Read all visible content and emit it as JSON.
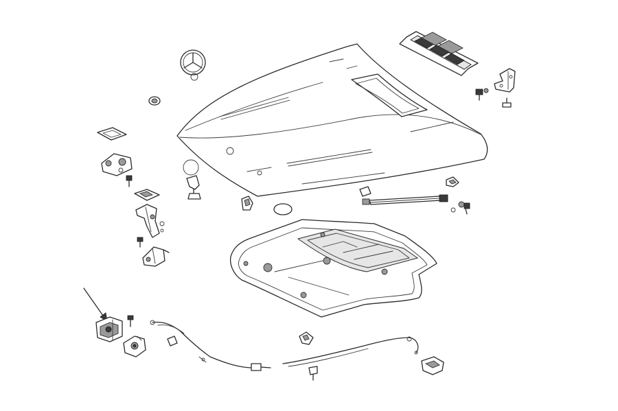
{
  "diagram": {
    "colors": {
      "line": "#2a2a2a",
      "background": "#ffffff",
      "shade": "#9a9a9a"
    },
    "icons": [
      "hood-panel",
      "hood-insulation-pad",
      "star-emblem",
      "air-intake-grille",
      "hinge",
      "gas-strut",
      "release-cable",
      "hood-latch",
      "pointer-arrow"
    ]
  }
}
